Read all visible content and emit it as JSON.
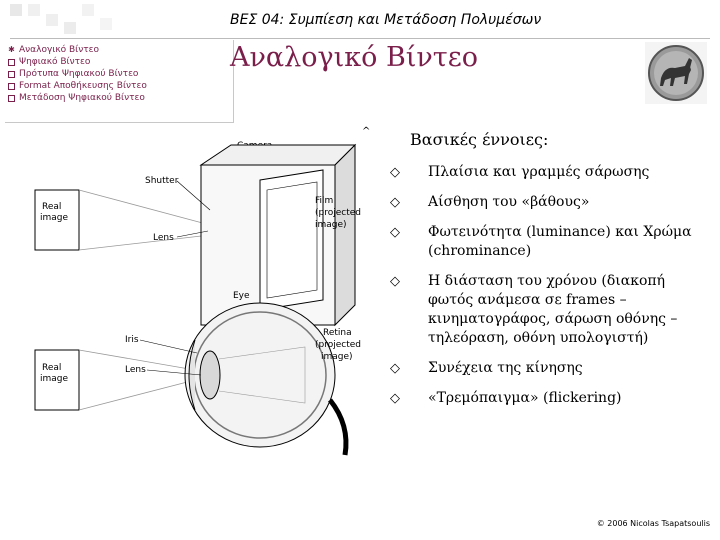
{
  "header": {
    "title": "ΒΕΣ 04: Συμπίεση και Μετάδοση Πολυμέσων"
  },
  "nav": {
    "items": [
      {
        "label": "Αναλογικό Βίντεο",
        "active": true
      },
      {
        "label": "Ψηφιακό Βίντεο",
        "active": false
      },
      {
        "label": "Πρότυπα Ψηφιακού Βίντεο",
        "active": false
      },
      {
        "label": "Format Αποθήκευσης Βίντεο",
        "active": false
      },
      {
        "label": "Μετάδοση Ψηφιακού Βίντεο",
        "active": false
      }
    ]
  },
  "slide": {
    "title": "Αναλογικό Βίντεο"
  },
  "figure": {
    "camera": {
      "title": "Camera",
      "shutter": "Shutter",
      "lens": "Lens",
      "real_image": [
        "Real",
        "image"
      ],
      "film": [
        "Film",
        "(projected",
        "image)"
      ]
    },
    "eye": {
      "title": "Eye",
      "iris": "Iris",
      "lens": "Lens",
      "real_image": [
        "Real",
        "image"
      ],
      "retina": [
        "Retina",
        "(projected",
        "image)"
      ]
    }
  },
  "content": {
    "heading": "Βασικές έννοιες:",
    "bullets": [
      "Πλαίσια και γραμμές σάρωσης",
      "Αίσθηση του «βάθους»",
      "Φωτεινότητα (luminance) και Χρώμα (chrominance)",
      "Η διάσταση του χρόνου (διακοπή φωτός ανάμεσα σε frames – κινηματογράφος, σάρωση οθόνης – τηλεόραση, οθόνη υπολογιστή)",
      "Συνέχεια της κίνησης",
      "«Τρεμόπαιγμα» (flickering)"
    ]
  },
  "footer": {
    "copyright": "© 2006 Nicolas Tsapatsoulis"
  },
  "colors": {
    "accent": "#7a1f4a",
    "divider": "#bbbbbb"
  },
  "icons": {
    "bullet": "diamond-outline",
    "coin": "ancient-coin-horse"
  }
}
